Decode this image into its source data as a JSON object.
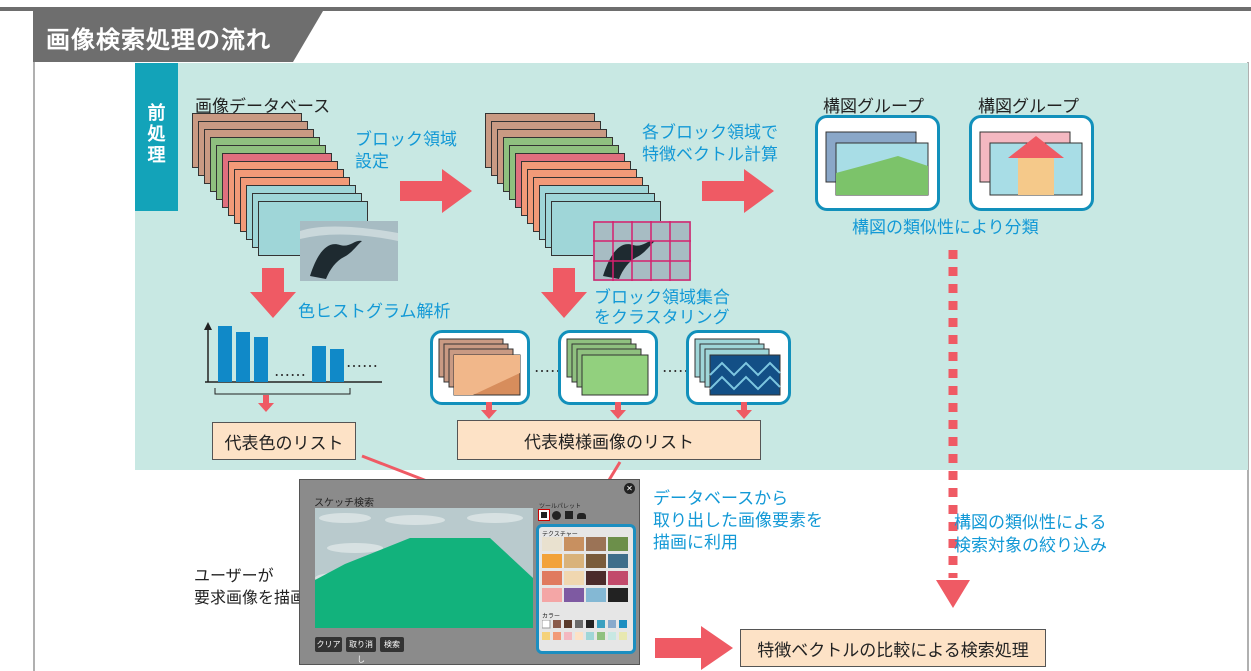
{
  "title": "画像検索処理の流れ",
  "side_tab": "前処理",
  "labels": {
    "image_db": "画像データベース",
    "block_setting_1": "ブロック領域",
    "block_setting_2": "設定",
    "feature_calc_1": "各ブロック領域で",
    "feature_calc_2": "特徴ベクトル計算",
    "group_a": "構図グループ",
    "group_b": "構図グループ",
    "classify": "構図の類似性により分類",
    "color_hist": "色ヒストグラム解析",
    "cluster_1": "ブロック領域集合",
    "cluster_2": "をクラスタリング",
    "dots": "……",
    "db_extract_1": "データベースから",
    "db_extract_2": "取り出した画像要素を",
    "db_extract_3": "描画に利用",
    "narrow_1": "構図の類似性による",
    "narrow_2": "検索対象の絞り込み",
    "user_1": "ユーザーが",
    "user_2": "要求画像を描画"
  },
  "boxes": {
    "color_list": "代表色のリスト",
    "pattern_list": "代表模様画像のリスト",
    "search": "特徴ベクトルの比較による検索処理"
  },
  "sketch": {
    "title": "スケッチ検索",
    "tools_header": "ツールパレット",
    "texture_header": "テクスチャー",
    "color_header": "カラー",
    "btn_clear": "クリア",
    "btn_undo": "取り消し",
    "btn_search": "検索"
  },
  "colors": {
    "accent_red": "#ef5a64",
    "cyan_text": "#1399d6",
    "panel_bg": "#c8e8e3",
    "tab_teal": "#13a3b9",
    "box_fill": "#fde2c6",
    "bar_blue": "#1089c8"
  }
}
